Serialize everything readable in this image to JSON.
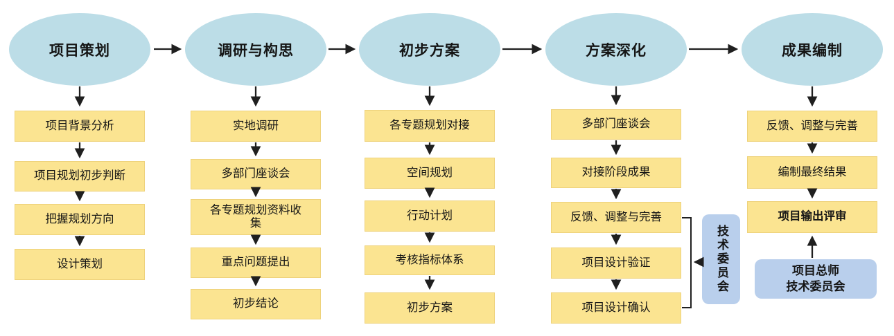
{
  "diagram": {
    "phases": [
      {
        "title": "项目策划",
        "steps": [
          "项目背景分析",
          "项目规划初步判断",
          "把握规划方向",
          "设计策划"
        ]
      },
      {
        "title": "调研与构思",
        "steps": [
          "实地调研",
          "多部门座谈会",
          "各专题规划资料收\n集",
          "重点问题提出",
          "初步结论"
        ]
      },
      {
        "title": "初步方案",
        "steps": [
          "各专题规划对接",
          "空间规划",
          "行动计划",
          "考核指标体系",
          "初步方案"
        ]
      },
      {
        "title": "方案深化",
        "steps": [
          "多部门座谈会",
          "对接阶段成果",
          "反馈、调整与完善",
          "项目设计验证",
          "项目设计确认"
        ]
      },
      {
        "title": "成果编制",
        "steps": [
          "反馈、调整与完善",
          "编制最终结果",
          "项目输出评审"
        ]
      }
    ],
    "annotations": {
      "committee_side": "技术委员会",
      "chief_committee": "项目总师\n技术委员会"
    },
    "colors": {
      "ellipse_fill": "#bcdde7",
      "step_fill": "#fbe491",
      "step_border": "#eed27b",
      "committee_fill": "#b9cfec",
      "arrow": "#1f1f1f"
    }
  }
}
